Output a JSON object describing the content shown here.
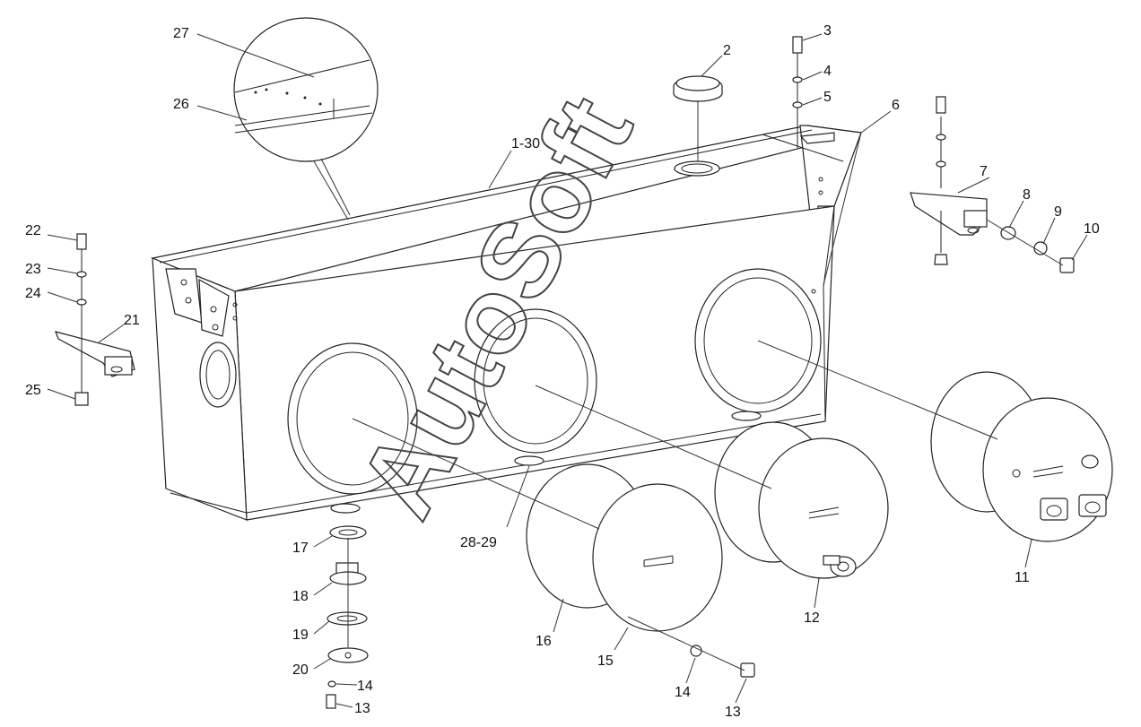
{
  "watermark": "AutoSoft",
  "callouts": {
    "c1_30": "1-30",
    "c2": "2",
    "c3a": "3",
    "c4": "4",
    "c5": "5",
    "c6": "6",
    "c7": "7",
    "c8": "8",
    "c9": "9",
    "c10": "10",
    "c11": "11",
    "c12": "12",
    "c13a": "13",
    "c13b": "13",
    "c14a": "14",
    "c14b": "14",
    "c15": "15",
    "c16": "16",
    "c17": "17",
    "c18": "18",
    "c19": "19",
    "c20": "20",
    "c21": "21",
    "c22": "22",
    "c23": "23",
    "c24": "24",
    "c25": "25",
    "c26": "26",
    "c27": "27",
    "c28_29": "28-29"
  }
}
